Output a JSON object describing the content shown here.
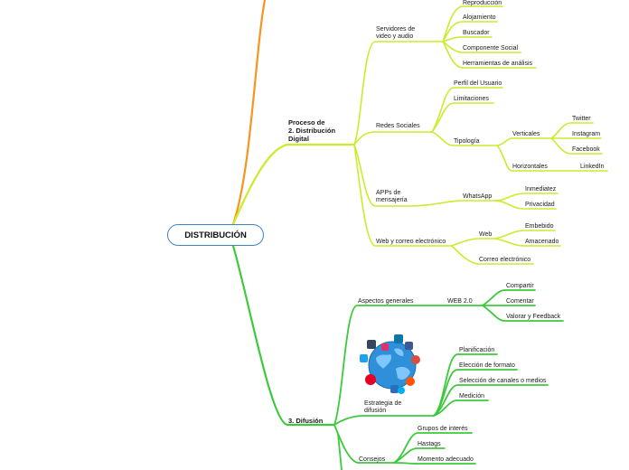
{
  "root": {
    "label": "DISTRIBUCIÓN"
  },
  "colors": {
    "orange": "#f79420",
    "green": "#3cc93c",
    "yellow": "#c9ec2c",
    "root_border": "#3a86c8"
  },
  "branch2": {
    "title": "Proceso de\n2. Distribución\nDigital",
    "servidores": {
      "label": "Servidores de\nvideo y audio",
      "items": [
        "Reproducción",
        "Alojamiento",
        "Buscador",
        "Componente Social",
        "Herramientas de análisis"
      ]
    },
    "redes": {
      "label": "Redes Sociales",
      "perfil": "Perfil del Usuario",
      "limitaciones": "Limitaciones",
      "tipologia": "Tipología",
      "verticales": "Verticales",
      "verticales_items": [
        "Twitter",
        "Instagram",
        "Facebook"
      ],
      "horizontales": "Horizontales",
      "horizontales_items": [
        "LinkedIn"
      ]
    },
    "apps": {
      "label": "APPs de\nmensajería",
      "whatsapp": "WhatsApp",
      "whatsapp_items": [
        "Inmediatez",
        "Privacidad"
      ]
    },
    "web": {
      "label": "Web y correo electrónico",
      "web": "Web",
      "web_items": [
        "Embebido",
        "Amacenado"
      ],
      "correo": "Correo electrónico"
    }
  },
  "branch3": {
    "title": "3. Difusión",
    "aspectos": {
      "label": "Aspectos generales",
      "web20": "WEB 2.0",
      "items": [
        "Compartir",
        "Comentar",
        "Valorar y Feedback"
      ]
    },
    "estrategia": {
      "label": "Estrategia de\ndifusión",
      "image_icon": "social-media-globe-icon",
      "items": [
        "Planificación",
        "Elección de formato",
        "Selección de canales o medios",
        "Medición"
      ]
    },
    "consejos": {
      "label": "Consejos",
      "items": [
        "Grupos de interés",
        "Hastags",
        "Momento adecuado"
      ]
    }
  }
}
